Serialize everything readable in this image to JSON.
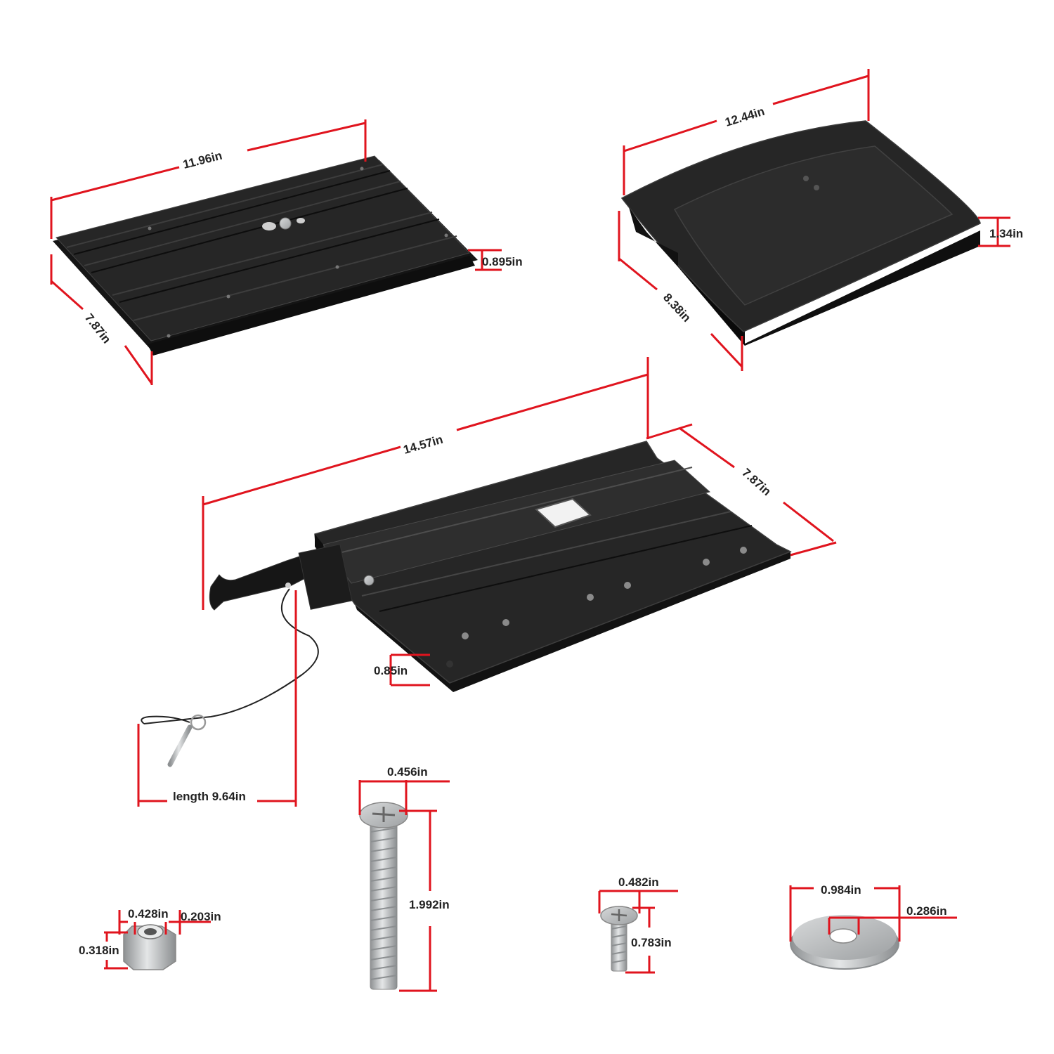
{
  "colors": {
    "dimension_line": "#e0141e",
    "part_body": "#1b1b1b",
    "part_edge": "#3a3a3a",
    "hardware_metal": "#bfc2c4",
    "label_text": "#222222"
  },
  "parts": {
    "mounting_plate": {
      "icon": "slotted-plate",
      "length_label": "11.96in",
      "width_label": "7.87in",
      "height_label": "0.895in"
    },
    "cover": {
      "icon": "cover-lid",
      "length_label": "12.44in",
      "width_label": "8.38in",
      "height_label": "1.34in"
    },
    "slide_rail": {
      "icon": "slide-rail-with-latch",
      "length_label": "14.57in",
      "width_label": "7.87in",
      "height_label": "0.85in",
      "lanyard_label": "length 9.64in"
    },
    "hardware": {
      "lock_nut": {
        "icon": "lock-nut",
        "outer_label": "0.428in",
        "inner_label": "0.203in",
        "height_label": "0.318in"
      },
      "long_bolt": {
        "icon": "long-bolt",
        "head_label": "0.456in",
        "length_label": "1.992in"
      },
      "short_screw": {
        "icon": "short-screw",
        "head_label": "0.482in",
        "length_label": "0.783in"
      },
      "washer": {
        "icon": "flat-washer",
        "outer_label": "0.984in",
        "hole_label": "0.286in"
      }
    }
  }
}
